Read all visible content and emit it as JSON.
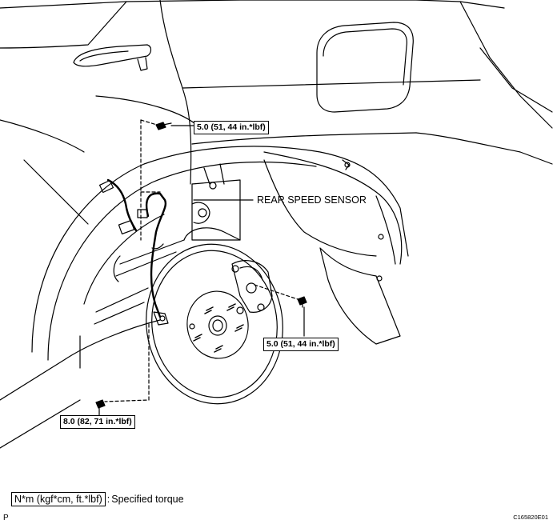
{
  "callouts": {
    "rear_speed_sensor": "REAR SPEED SENSOR"
  },
  "torques": {
    "upper_bolt": "5.0 (51, 44 in.*lbf)",
    "right_bolt": "5.0 (51, 44 in.*lbf)",
    "lower_bolt": "8.0 (82, 71 in.*lbf)"
  },
  "legend": {
    "units": "N*m (kgf*cm, ft.*lbf)",
    "separator": ":",
    "description": "Specified torque"
  },
  "footer": {
    "page_letter": "P",
    "image_code": "C165820E01"
  }
}
